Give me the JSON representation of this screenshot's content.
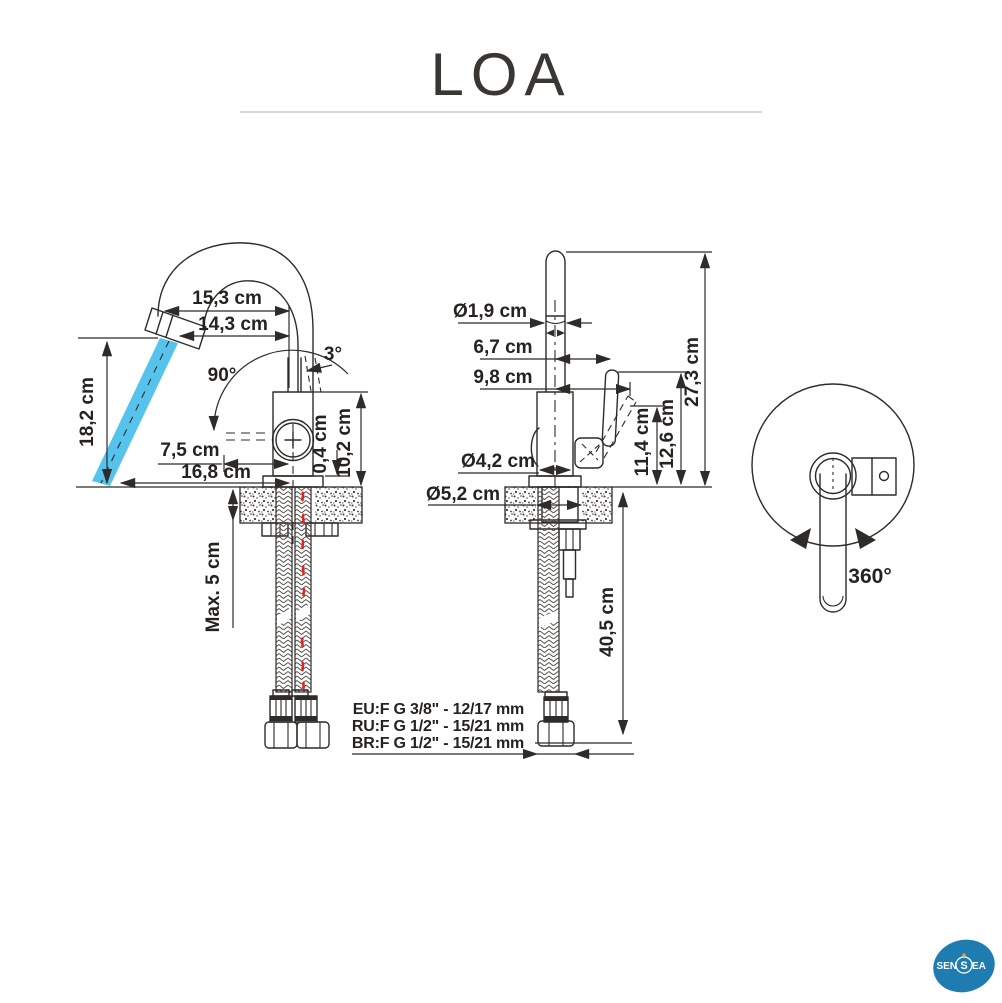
{
  "title": "LOA",
  "side_view": {
    "spout_reach_top": "15,3 cm",
    "spout_reach": "14,3 cm",
    "swivel_angle": "90°",
    "tilt_angle": "3°",
    "outlet_height": "18,2 cm",
    "lever_offset": "7,5 cm",
    "total_reach": "16,8 cm",
    "base_thickness": "0,4 cm",
    "body_height": "10,2 cm",
    "max_counter_thickness": "Max. 5 cm"
  },
  "front_view": {
    "spout_diameter": "Ø1,9 cm",
    "handle_offset": "6,7 cm",
    "handle_reach": "9,8 cm",
    "total_height": "27,3 cm",
    "body_diameter": "Ø4,2 cm",
    "base_diameter": "Ø5,2 cm",
    "handle_height_low": "11,4 cm",
    "handle_height_high": "12,6 cm",
    "hose_length": "40,5 cm"
  },
  "top_view": {
    "rotation": "360°"
  },
  "connections": {
    "eu": "EU:F G 3/8\" - 12/17 mm",
    "ru": "RU:F G 1/2\" - 15/21 mm",
    "br": "BR:F G 1/2\" - 15/21 mm"
  },
  "logo": {
    "left": "SEN",
    "mid": "S",
    "right": "EA"
  },
  "colors": {
    "water_blue": "#55c3ec",
    "hot_marker_red": "#e0231c",
    "logo_blue": "#1f7cb0",
    "line_dark": "#2e2b28",
    "divider_gray": "#c9c9c9"
  }
}
